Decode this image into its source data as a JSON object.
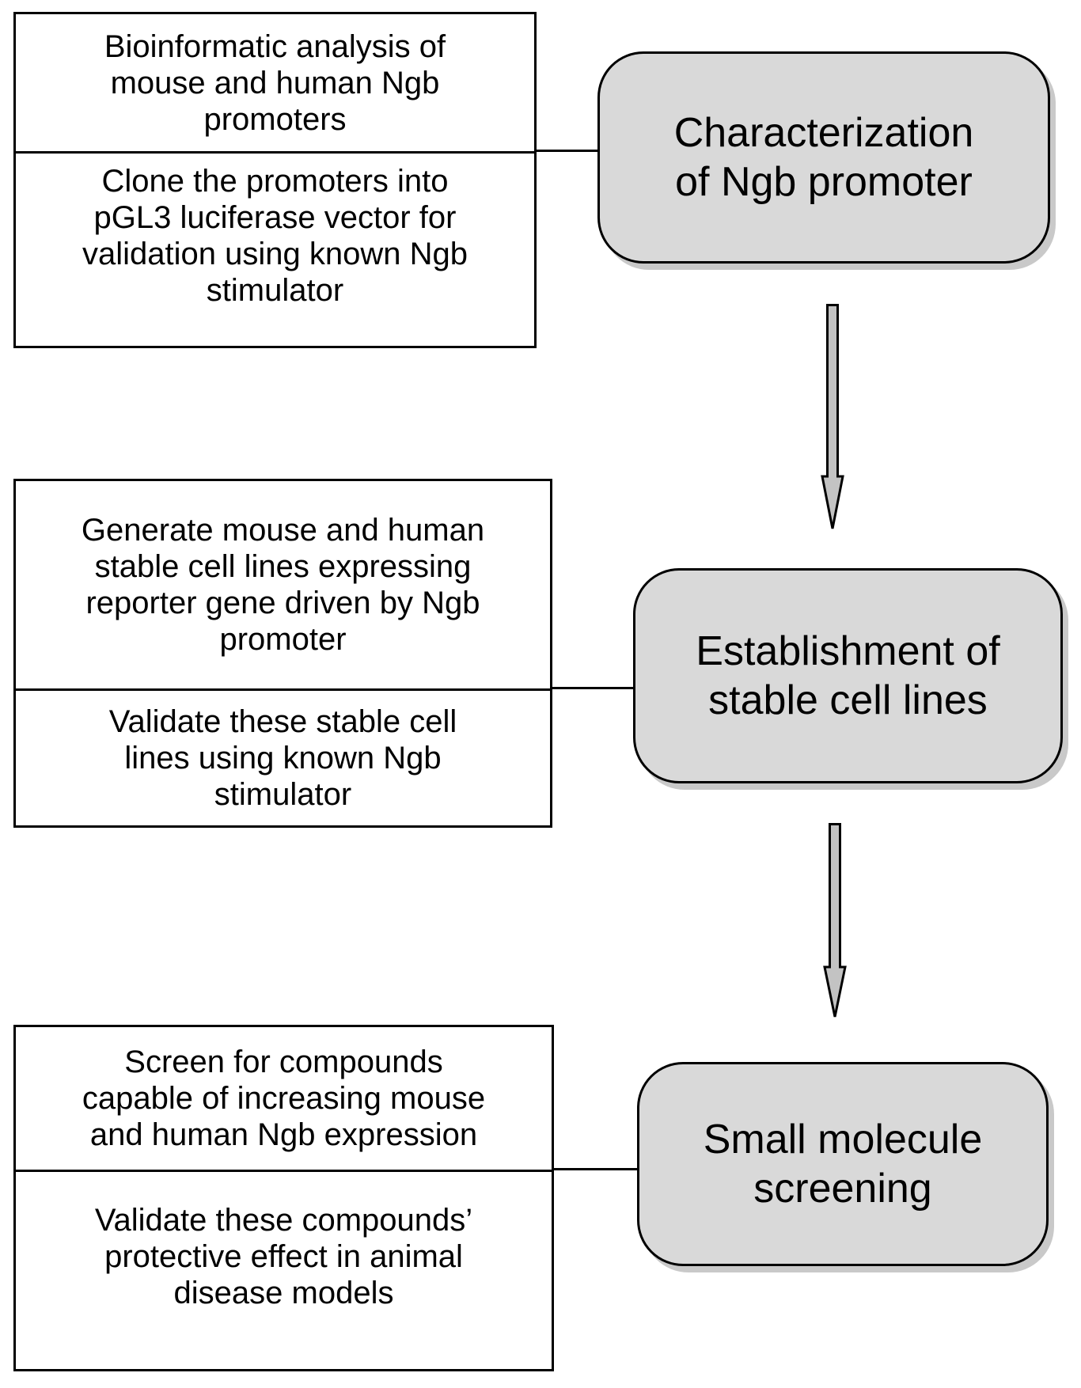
{
  "figure": {
    "type": "flowchart",
    "description": "Ngb promoter drug-screening workflow"
  },
  "stages": [
    {
      "label": "Characterization\nof Ngb promoter",
      "tasks": [
        "Bioinformatic analysis of\nmouse and human Ngb\npromoters",
        "Clone the promoters into\npGL3 luciferase vector for\nvalidation using known Ngb\nstimulator"
      ]
    },
    {
      "label": "Establishment of\nstable cell lines",
      "tasks": [
        "Generate mouse and human\nstable cell lines expressing\nreporter gene driven by Ngb\npromoter",
        "Validate these stable cell\nlines using known Ngb\nstimulator"
      ]
    },
    {
      "label": "Small molecule\nscreening",
      "tasks": [
        "Screen for compounds\ncapable of increasing mouse\nand human Ngb expression",
        "Validate these compounds’\nprotective effect in animal\ndisease models"
      ]
    }
  ],
  "colors": {
    "node_fill": "#d9d9d9",
    "node_border": "#000000",
    "node_shadow": "#c9c9c9",
    "arrow_fill": "#c3c3c3",
    "line_color": "#000000",
    "background": "#ffffff"
  }
}
